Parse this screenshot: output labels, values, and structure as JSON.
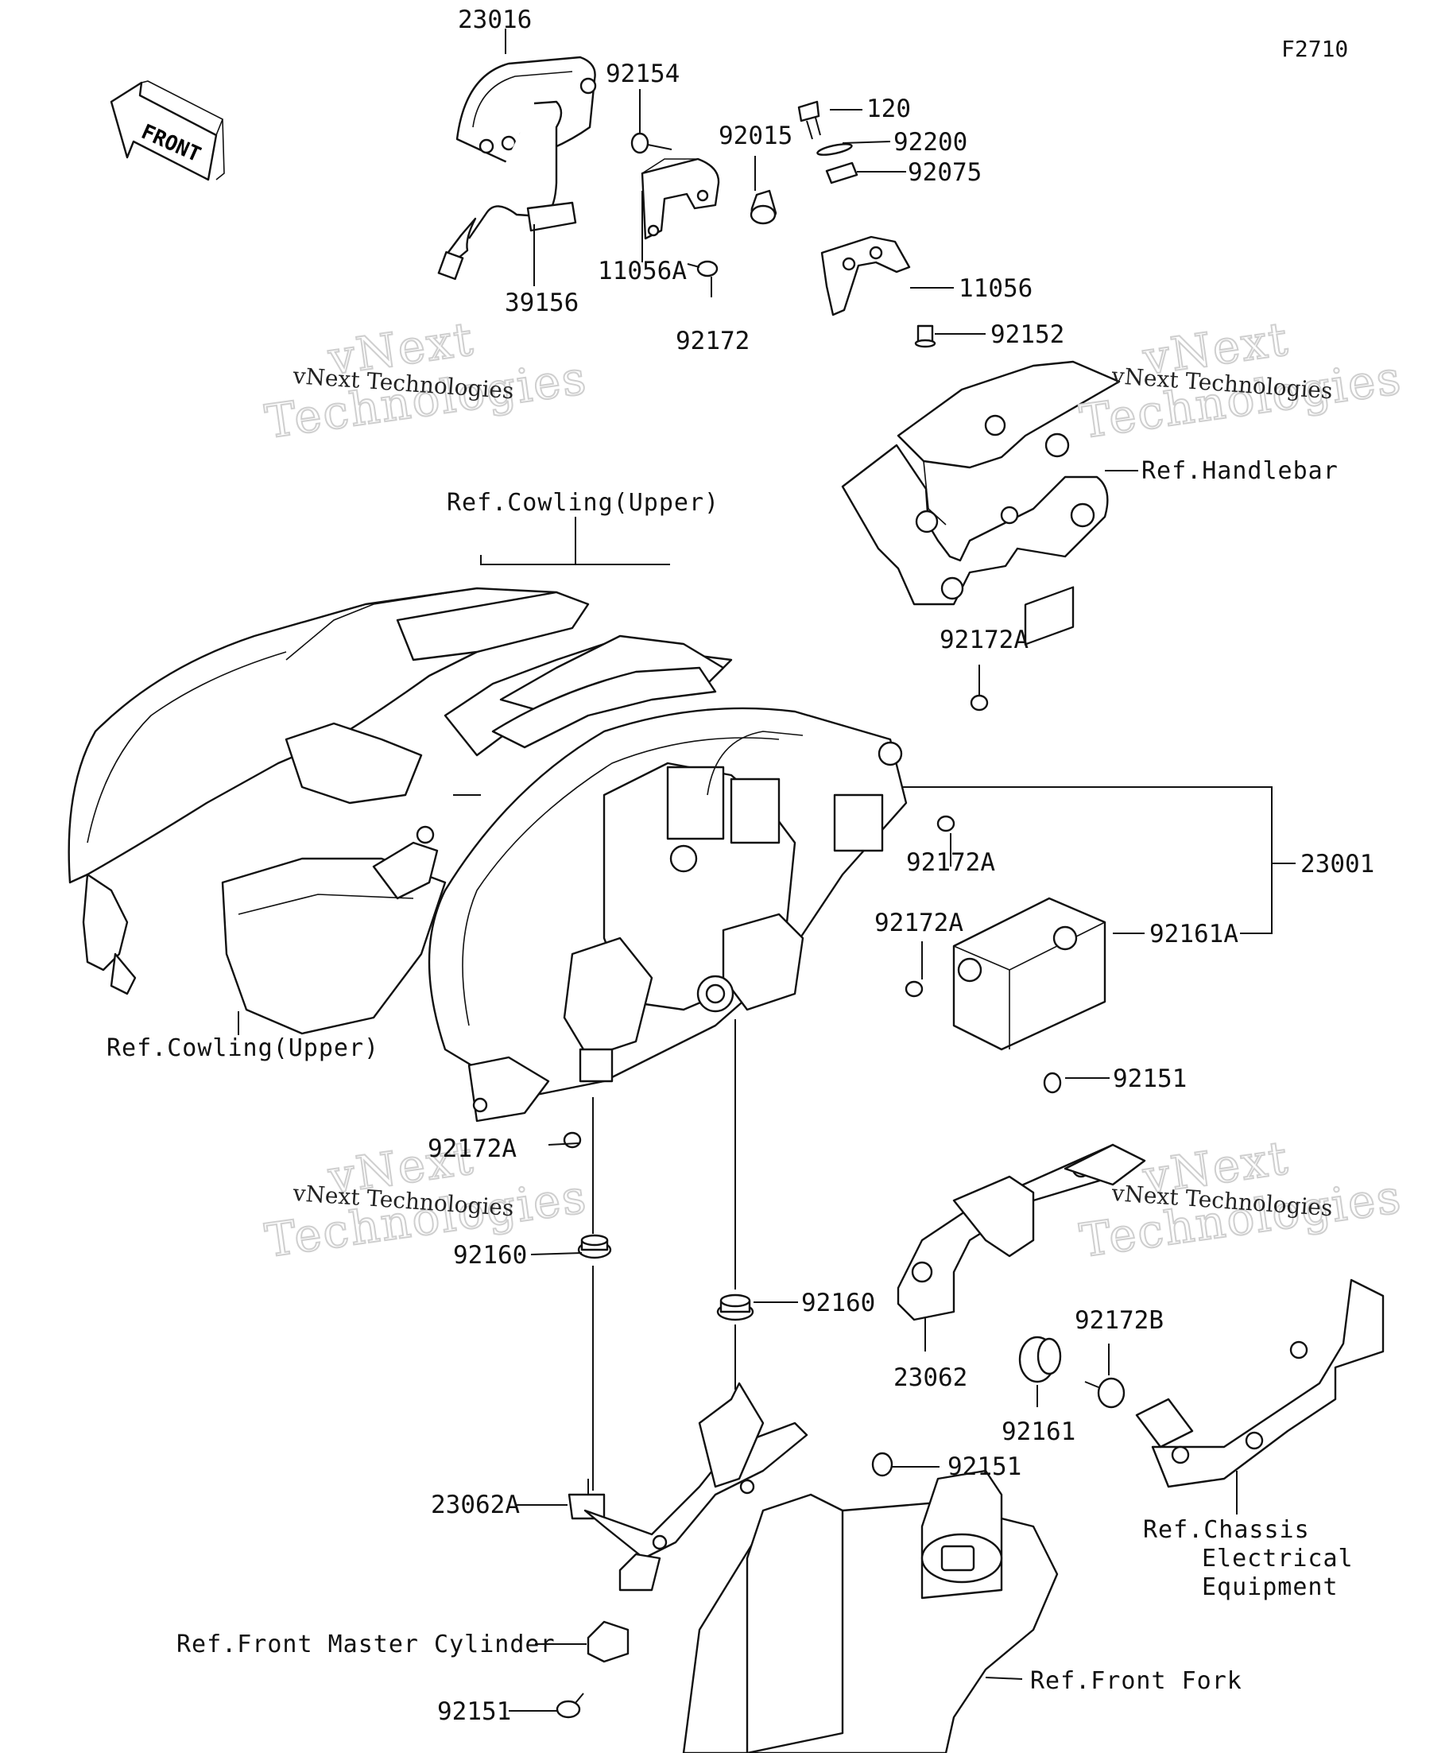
{
  "diagram_code": "F2710",
  "front_arrow_text": "FRONT",
  "watermark": {
    "brand": "vNext",
    "company": "Technologies",
    "full": "vNext Technologies"
  },
  "part_labels": {
    "p23016": "23016",
    "p92154": "92154",
    "p120": "120",
    "p92015": "92015",
    "p92200": "92200",
    "p92075": "92075",
    "p39156": "39156",
    "p11056A": "11056A",
    "p92172": "92172",
    "p11056": "11056",
    "p92152": "92152",
    "p92172A_1": "92172A",
    "p92172A_2": "92172A",
    "p92172A_3": "92172A",
    "p92172A_4": "92172A",
    "p23001": "23001",
    "p92161A": "92161A",
    "p92151_1": "92151",
    "p92160_1": "92160",
    "p92160_2": "92160",
    "p23062": "23062",
    "p92172B": "92172B",
    "p92161": "92161",
    "p92151_2": "92151",
    "p23062A": "23062A",
    "p92151_3": "92151"
  },
  "references": {
    "handlebar": "Ref.Handlebar",
    "cowling_upper_top": "Ref.Cowling(Upper)",
    "cowling_upper_left": "Ref.Cowling(Upper)",
    "chassis_line1": "Ref.Chassis",
    "chassis_line2": "Electrical",
    "chassis_line3": "Equipment",
    "front_master_cylinder": "Ref.Front Master Cylinder",
    "front_fork": "Ref.Front Fork"
  }
}
